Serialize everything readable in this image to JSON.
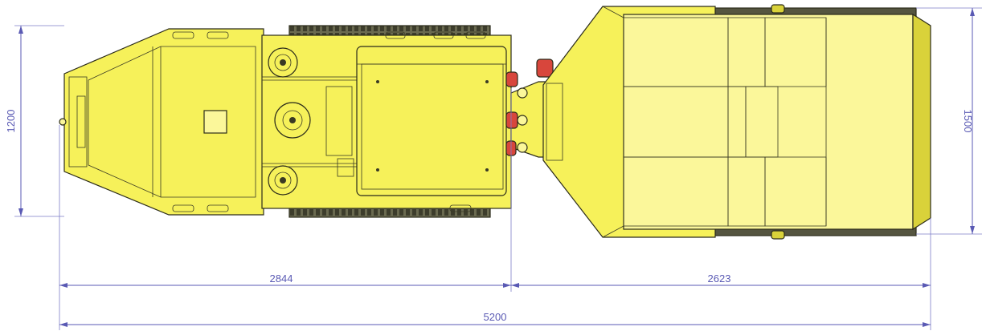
{
  "drawing": {
    "dimensions": {
      "width_left": "1200",
      "width_right": "1500",
      "length_front": "2844",
      "length_rear": "2623",
      "length_total": "5200"
    },
    "colors": {
      "body": "#f6f15a",
      "body_light": "#fbf79a",
      "body_dark": "#d9d23a",
      "highlight": "#f3ea2a",
      "track": "#555540",
      "red": "#d8463c",
      "dimension": "#5a5ab4"
    }
  }
}
